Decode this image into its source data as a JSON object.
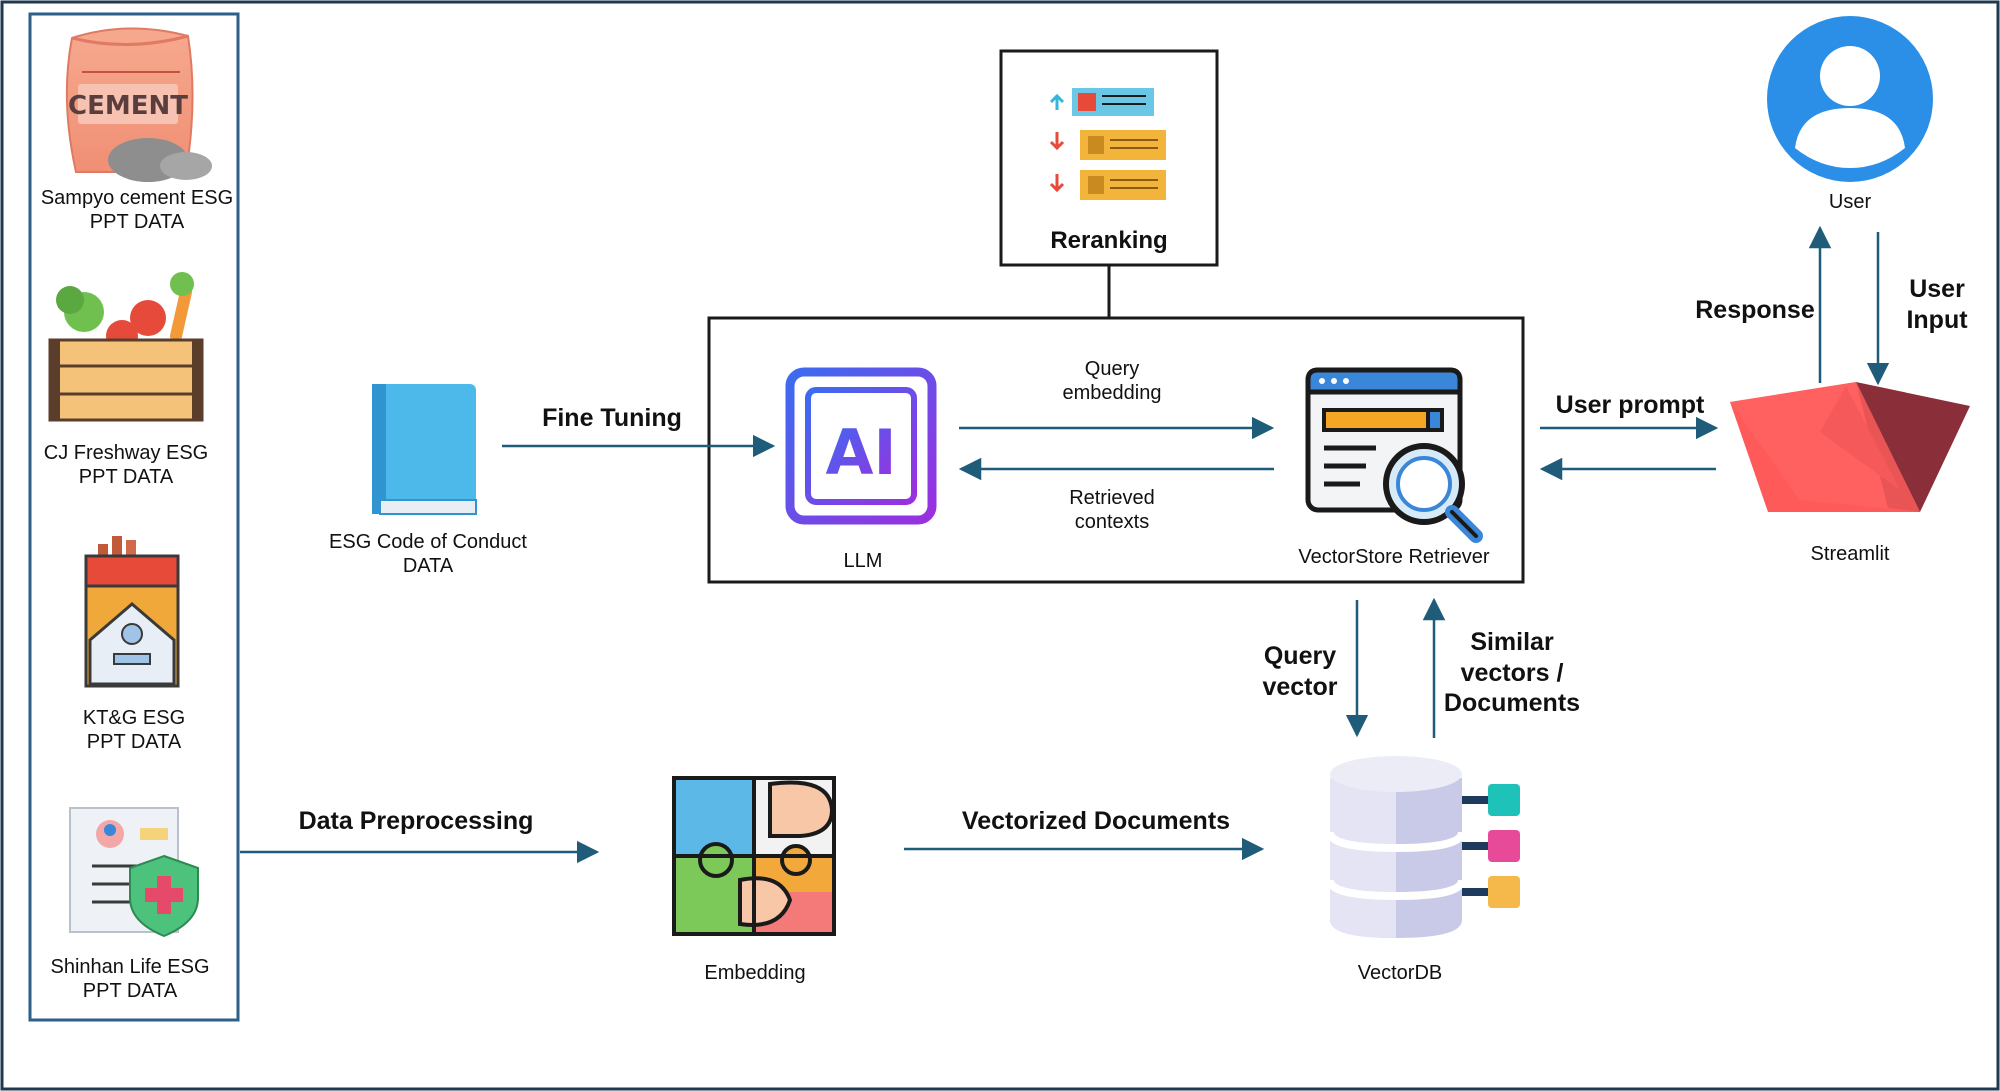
{
  "sources": [
    {
      "label_line1": "Sampyo cement ESG",
      "label_line2": "PPT DATA",
      "icon": "cement-bag-icon",
      "icon_text": "CEMENT"
    },
    {
      "label_line1": "CJ Freshway ESG",
      "label_line2": "PPT DATA",
      "icon": "vegetable-crate-icon"
    },
    {
      "label_line1": "KT&G ESG",
      "label_line2": "PPT DATA",
      "icon": "cigarette-pack-icon"
    },
    {
      "label_line1": "Shinhan Life ESG",
      "label_line2": "PPT DATA",
      "icon": "insurance-document-icon"
    }
  ],
  "code_of_conduct": {
    "label_line1": "ESG Code of Conduct",
    "label_line2": "DATA",
    "icon": "book-icon"
  },
  "reranking": {
    "label": "Reranking",
    "icon": "ranking-list-icon"
  },
  "llm": {
    "label": "LLM",
    "chip_text": "AI",
    "icon": "ai-chip-icon"
  },
  "retriever": {
    "label": "VectorStore Retriever",
    "icon": "browser-search-icon"
  },
  "user": {
    "label": "User",
    "icon": "user-avatar-icon"
  },
  "streamlit": {
    "label": "Streamlit",
    "icon": "streamlit-boat-icon"
  },
  "embedding": {
    "label": "Embedding",
    "icon": "puzzle-hands-icon"
  },
  "vectordb": {
    "label": "VectorDB",
    "icon": "database-icon"
  },
  "edges": {
    "fine_tuning": "Fine Tuning",
    "query_embedding_1": "Query",
    "query_embedding_2": "embedding",
    "retrieved_1": "Retrieved",
    "retrieved_2": "contexts",
    "user_prompt": "User prompt",
    "response": "Response",
    "user_input_1": "User",
    "user_input_2": "Input",
    "query_vector_1": "Query",
    "query_vector_2": "vector",
    "similar_1": "Similar",
    "similar_2": "vectors /",
    "similar_3": "Documents",
    "data_preprocessing": "Data Preprocessing",
    "vectorized_documents": "Vectorized Documents"
  },
  "colors": {
    "frame": "#1f3a50",
    "arrow": "#1f5c7a",
    "source_panel": "#2c5f8a",
    "streamlit": "#e84a4a",
    "user": "#2b8fe8",
    "ai_chip": "#6a3de8"
  }
}
